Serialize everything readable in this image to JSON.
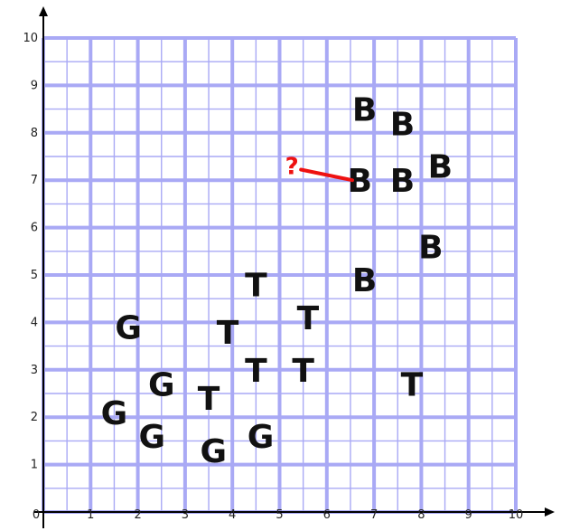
{
  "chart_data": {
    "type": "scatter",
    "title": "",
    "xlabel": "",
    "ylabel": "",
    "xlim": [
      0,
      10
    ],
    "ylim": [
      0,
      10
    ],
    "grid": true,
    "x_ticks": [
      "0",
      "1",
      "2",
      "3",
      "4",
      "5",
      "6",
      "7",
      "8",
      "9",
      "10"
    ],
    "y_ticks": [
      "1",
      "2",
      "3",
      "4",
      "5",
      "6",
      "7",
      "8",
      "9",
      "10"
    ],
    "colors": {
      "grid": "#a9a9f5",
      "axis": "#000000",
      "query": "#ee1111",
      "marks": "#111111"
    },
    "points": [
      {
        "label": "G",
        "x": 1.8,
        "y": 3.9
      },
      {
        "label": "G",
        "x": 2.5,
        "y": 2.7
      },
      {
        "label": "G",
        "x": 1.5,
        "y": 2.1
      },
      {
        "label": "G",
        "x": 2.3,
        "y": 1.6
      },
      {
        "label": "G",
        "x": 3.6,
        "y": 1.3
      },
      {
        "label": "G",
        "x": 4.6,
        "y": 1.6
      },
      {
        "label": "T",
        "x": 4.5,
        "y": 4.8
      },
      {
        "label": "T",
        "x": 3.9,
        "y": 3.8
      },
      {
        "label": "T",
        "x": 5.6,
        "y": 4.1
      },
      {
        "label": "T",
        "x": 4.5,
        "y": 3.0
      },
      {
        "label": "T",
        "x": 5.5,
        "y": 3.0
      },
      {
        "label": "T",
        "x": 3.5,
        "y": 2.4
      },
      {
        "label": "T",
        "x": 7.8,
        "y": 2.7
      },
      {
        "label": "B",
        "x": 6.8,
        "y": 8.5
      },
      {
        "label": "B",
        "x": 7.6,
        "y": 8.2
      },
      {
        "label": "B",
        "x": 6.7,
        "y": 7.0
      },
      {
        "label": "B",
        "x": 7.6,
        "y": 7.0
      },
      {
        "label": "B",
        "x": 8.4,
        "y": 7.3
      },
      {
        "label": "B",
        "x": 8.2,
        "y": 5.6
      },
      {
        "label": "B",
        "x": 6.8,
        "y": 4.9
      }
    ],
    "query": {
      "label": "?",
      "x": 5.3,
      "y": 7.3,
      "link_to": {
        "x": 6.5,
        "y": 7.0
      }
    }
  }
}
